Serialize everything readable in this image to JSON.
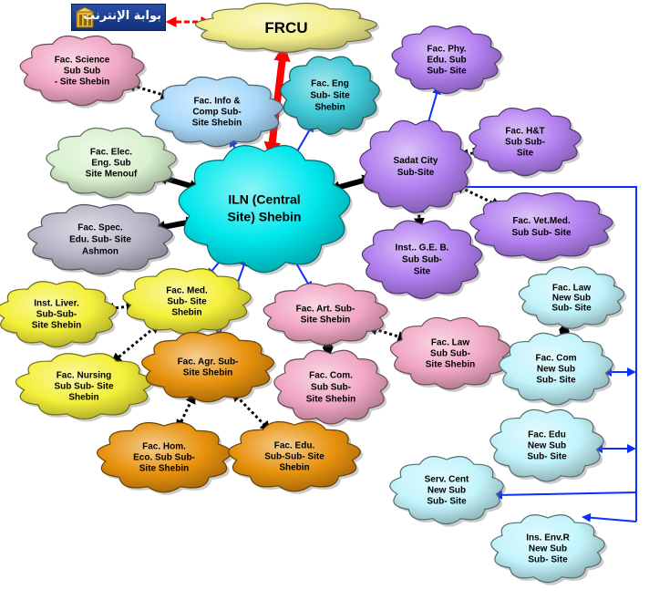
{
  "logo": {
    "text": "بوابة الإنترنت",
    "icon": "golden-building-icon"
  },
  "colors": {
    "frcu": "#f3ef8c",
    "center": "#00e8ee",
    "purple": "#b27ff0",
    "cyan": "#3fcad8",
    "green": "#d9f2cf",
    "grey": "#b8b5c7",
    "yellow": "#f4f03a",
    "orange": "#e8920d",
    "pink": "#f1a7c4",
    "lightblue": "#a9d9fa",
    "lightcyan": "#c2f4fb",
    "red": "#ff0000",
    "blue": "#0a30ff",
    "black": "#000000"
  },
  "nodes": [
    {
      "id": "frcu",
      "label": "FRCU"
    },
    {
      "id": "iln",
      "label": "ILN (Central Site) Shebin"
    },
    {
      "id": "sci",
      "label": "Fac. Science Sub Sub - Site Shebin"
    },
    {
      "id": "info",
      "label": "Fac. Info & Comp Sub- Site Shebin"
    },
    {
      "id": "eng",
      "label": "Fac. Eng Sub- Site Shebin"
    },
    {
      "id": "elec",
      "label": "Fac. Elec. Eng. Sub Site Menouf"
    },
    {
      "id": "spec",
      "label": "Fac. Spec. Edu. Sub- Site Ashmon"
    },
    {
      "id": "phy",
      "label": "Fac. Phy. Edu. Sub Sub- Site"
    },
    {
      "id": "sadat",
      "label": "Sadat City Sub-Site"
    },
    {
      "id": "ht",
      "label": "Fac. H&T Sub Sub- Site"
    },
    {
      "id": "vet",
      "label": "Fac. Vet.Med. Sub Sub- Site"
    },
    {
      "id": "geb",
      "label": "Inst.. G.E. B. Sub Sub- Site"
    },
    {
      "id": "liver",
      "label": "Inst. Liver. Sub-Sub- Site Shebin"
    },
    {
      "id": "med",
      "label": "Fac. Med. Sub- Site Shebin"
    },
    {
      "id": "art",
      "label": "Fac. Art. Sub- Site Shebin"
    },
    {
      "id": "lawsad",
      "label": "Fac. Law Sub Sub- Site Shebin"
    },
    {
      "id": "nurs",
      "label": "Fac. Nursing Sub Sub- Site Shebin"
    },
    {
      "id": "agr",
      "label": "Fac. Agr. Sub- Site Shebin"
    },
    {
      "id": "com",
      "label": "Fac. Com. Sub Sub- Site Shebin"
    },
    {
      "id": "home",
      "label": "Fac. Hom. Eco. Sub Sub- Site Shebin"
    },
    {
      "id": "edu",
      "label": "Fac. Edu. Sub-Sub- Site Shebin"
    },
    {
      "id": "lawnew",
      "label": "Fac. Law New Sub Sub- Site"
    },
    {
      "id": "comnew",
      "label": "Fac. Com New Sub Sub- Site"
    },
    {
      "id": "edunew",
      "label": "Fac. Edu New Sub Sub- Site"
    },
    {
      "id": "serv",
      "label": "Serv. Cent New Sub Sub- Site"
    },
    {
      "id": "ins",
      "label": "Ins. Env.R New Sub Sub- Site"
    }
  ],
  "connections": [
    {
      "from": "logo",
      "to": "frcu",
      "style": "red-double-dashed"
    },
    {
      "from": "frcu",
      "to": "iln",
      "style": "red-thick"
    },
    {
      "from": "iln",
      "to": "info",
      "style": "blue"
    },
    {
      "from": "iln",
      "to": "eng",
      "style": "blue"
    },
    {
      "from": "iln",
      "to": "elec",
      "style": "black-thick"
    },
    {
      "from": "iln",
      "to": "spec",
      "style": "black-thick"
    },
    {
      "from": "iln",
      "to": "sadat",
      "style": "black-thick"
    },
    {
      "from": "iln",
      "to": "med",
      "style": "blue"
    },
    {
      "from": "iln",
      "to": "agr",
      "style": "blue"
    },
    {
      "from": "iln",
      "to": "art",
      "style": "blue"
    },
    {
      "from": "sci",
      "to": "info",
      "style": "black-dotted"
    },
    {
      "from": "sadat",
      "to": "phy",
      "style": "blue"
    },
    {
      "from": "sadat",
      "to": "ht",
      "style": "black-dotted"
    },
    {
      "from": "sadat",
      "to": "vet",
      "style": "black-dotted"
    },
    {
      "from": "sadat",
      "to": "geb",
      "style": "black-dotted"
    },
    {
      "from": "liver",
      "to": "med",
      "style": "black-dotted"
    },
    {
      "from": "med",
      "to": "nurs",
      "style": "black-dotted"
    },
    {
      "from": "art",
      "to": "com",
      "style": "black-dotted"
    },
    {
      "from": "art",
      "to": "lawsad",
      "style": "black-dotted"
    },
    {
      "from": "agr",
      "to": "home",
      "style": "black-dotted"
    },
    {
      "from": "agr",
      "to": "edu",
      "style": "black-dotted"
    },
    {
      "from": "comnew",
      "to": "lawnew",
      "style": "black-dotted"
    },
    {
      "from": "sadat",
      "to": "comnew",
      "style": "blue-bus"
    },
    {
      "from": "sadat",
      "to": "edunew",
      "style": "blue-bus"
    },
    {
      "from": "sadat",
      "to": "serv",
      "style": "blue-bus"
    },
    {
      "from": "sadat",
      "to": "ins",
      "style": "blue-bus"
    }
  ]
}
